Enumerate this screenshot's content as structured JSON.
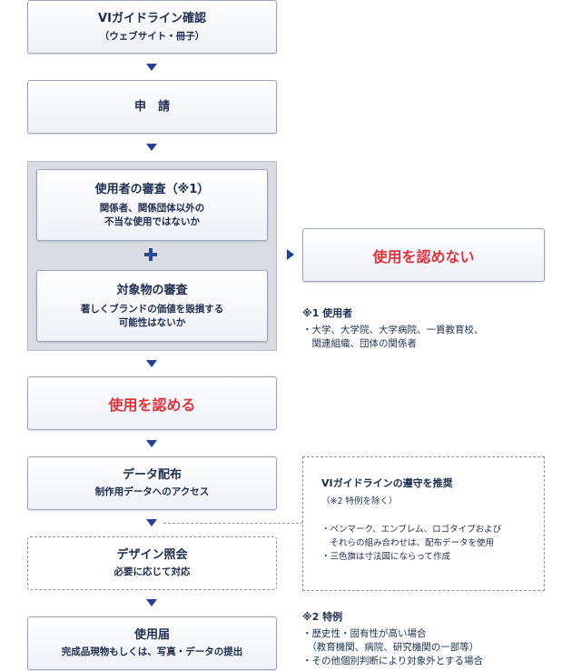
{
  "flow": {
    "step1": {
      "title": "VIガイドライン確認",
      "sub": "（ウェブサイト・冊子）"
    },
    "step2": {
      "title": "申　請"
    },
    "review_user": {
      "title": "使用者の審査（※1）",
      "lines": [
        "関係者、関係団体以外の",
        "不当な使用ではないか"
      ]
    },
    "review_object": {
      "title": "対象物の審査",
      "lines": [
        "著しくブランドの価値を毀損する",
        "可能性はないか"
      ]
    },
    "reject": {
      "label": "使用を認めない"
    },
    "approve": {
      "label": "使用を認める"
    },
    "data": {
      "title": "データ配布",
      "sub": "制作用データへのアクセス"
    },
    "design": {
      "title": "デザイン照会",
      "sub": "必要に応じて対応"
    },
    "submit": {
      "title": "使用届",
      "sub": "完成品現物もしくは、写真・データの提出"
    }
  },
  "note1": {
    "title": "※1 使用者",
    "lines": [
      "・大学、大学院、大学病院、一貫教育校、",
      "　関連組織、団体の関係者"
    ]
  },
  "guide": {
    "title": "VIガイドラインの遵守を推奨",
    "sub": "（※2 特例を除く）",
    "items": [
      "・ペンマーク、エンブレム、ロゴタイプおよび",
      "　それらの組み合わせは、配布データを使用",
      "・三色旗は寸法図にならって作成"
    ]
  },
  "note2": {
    "title": "※2 特例",
    "lines": [
      "・歴史性・固有性が高い場合",
      "　（教育機関、病院、研究機関の一部等）",
      "・その他個別判断により対象外とする場合"
    ]
  },
  "colors": {
    "accent_red": "#e3313b",
    "arrow_blue": "#25409a",
    "text_navy": "#1f2d50"
  }
}
